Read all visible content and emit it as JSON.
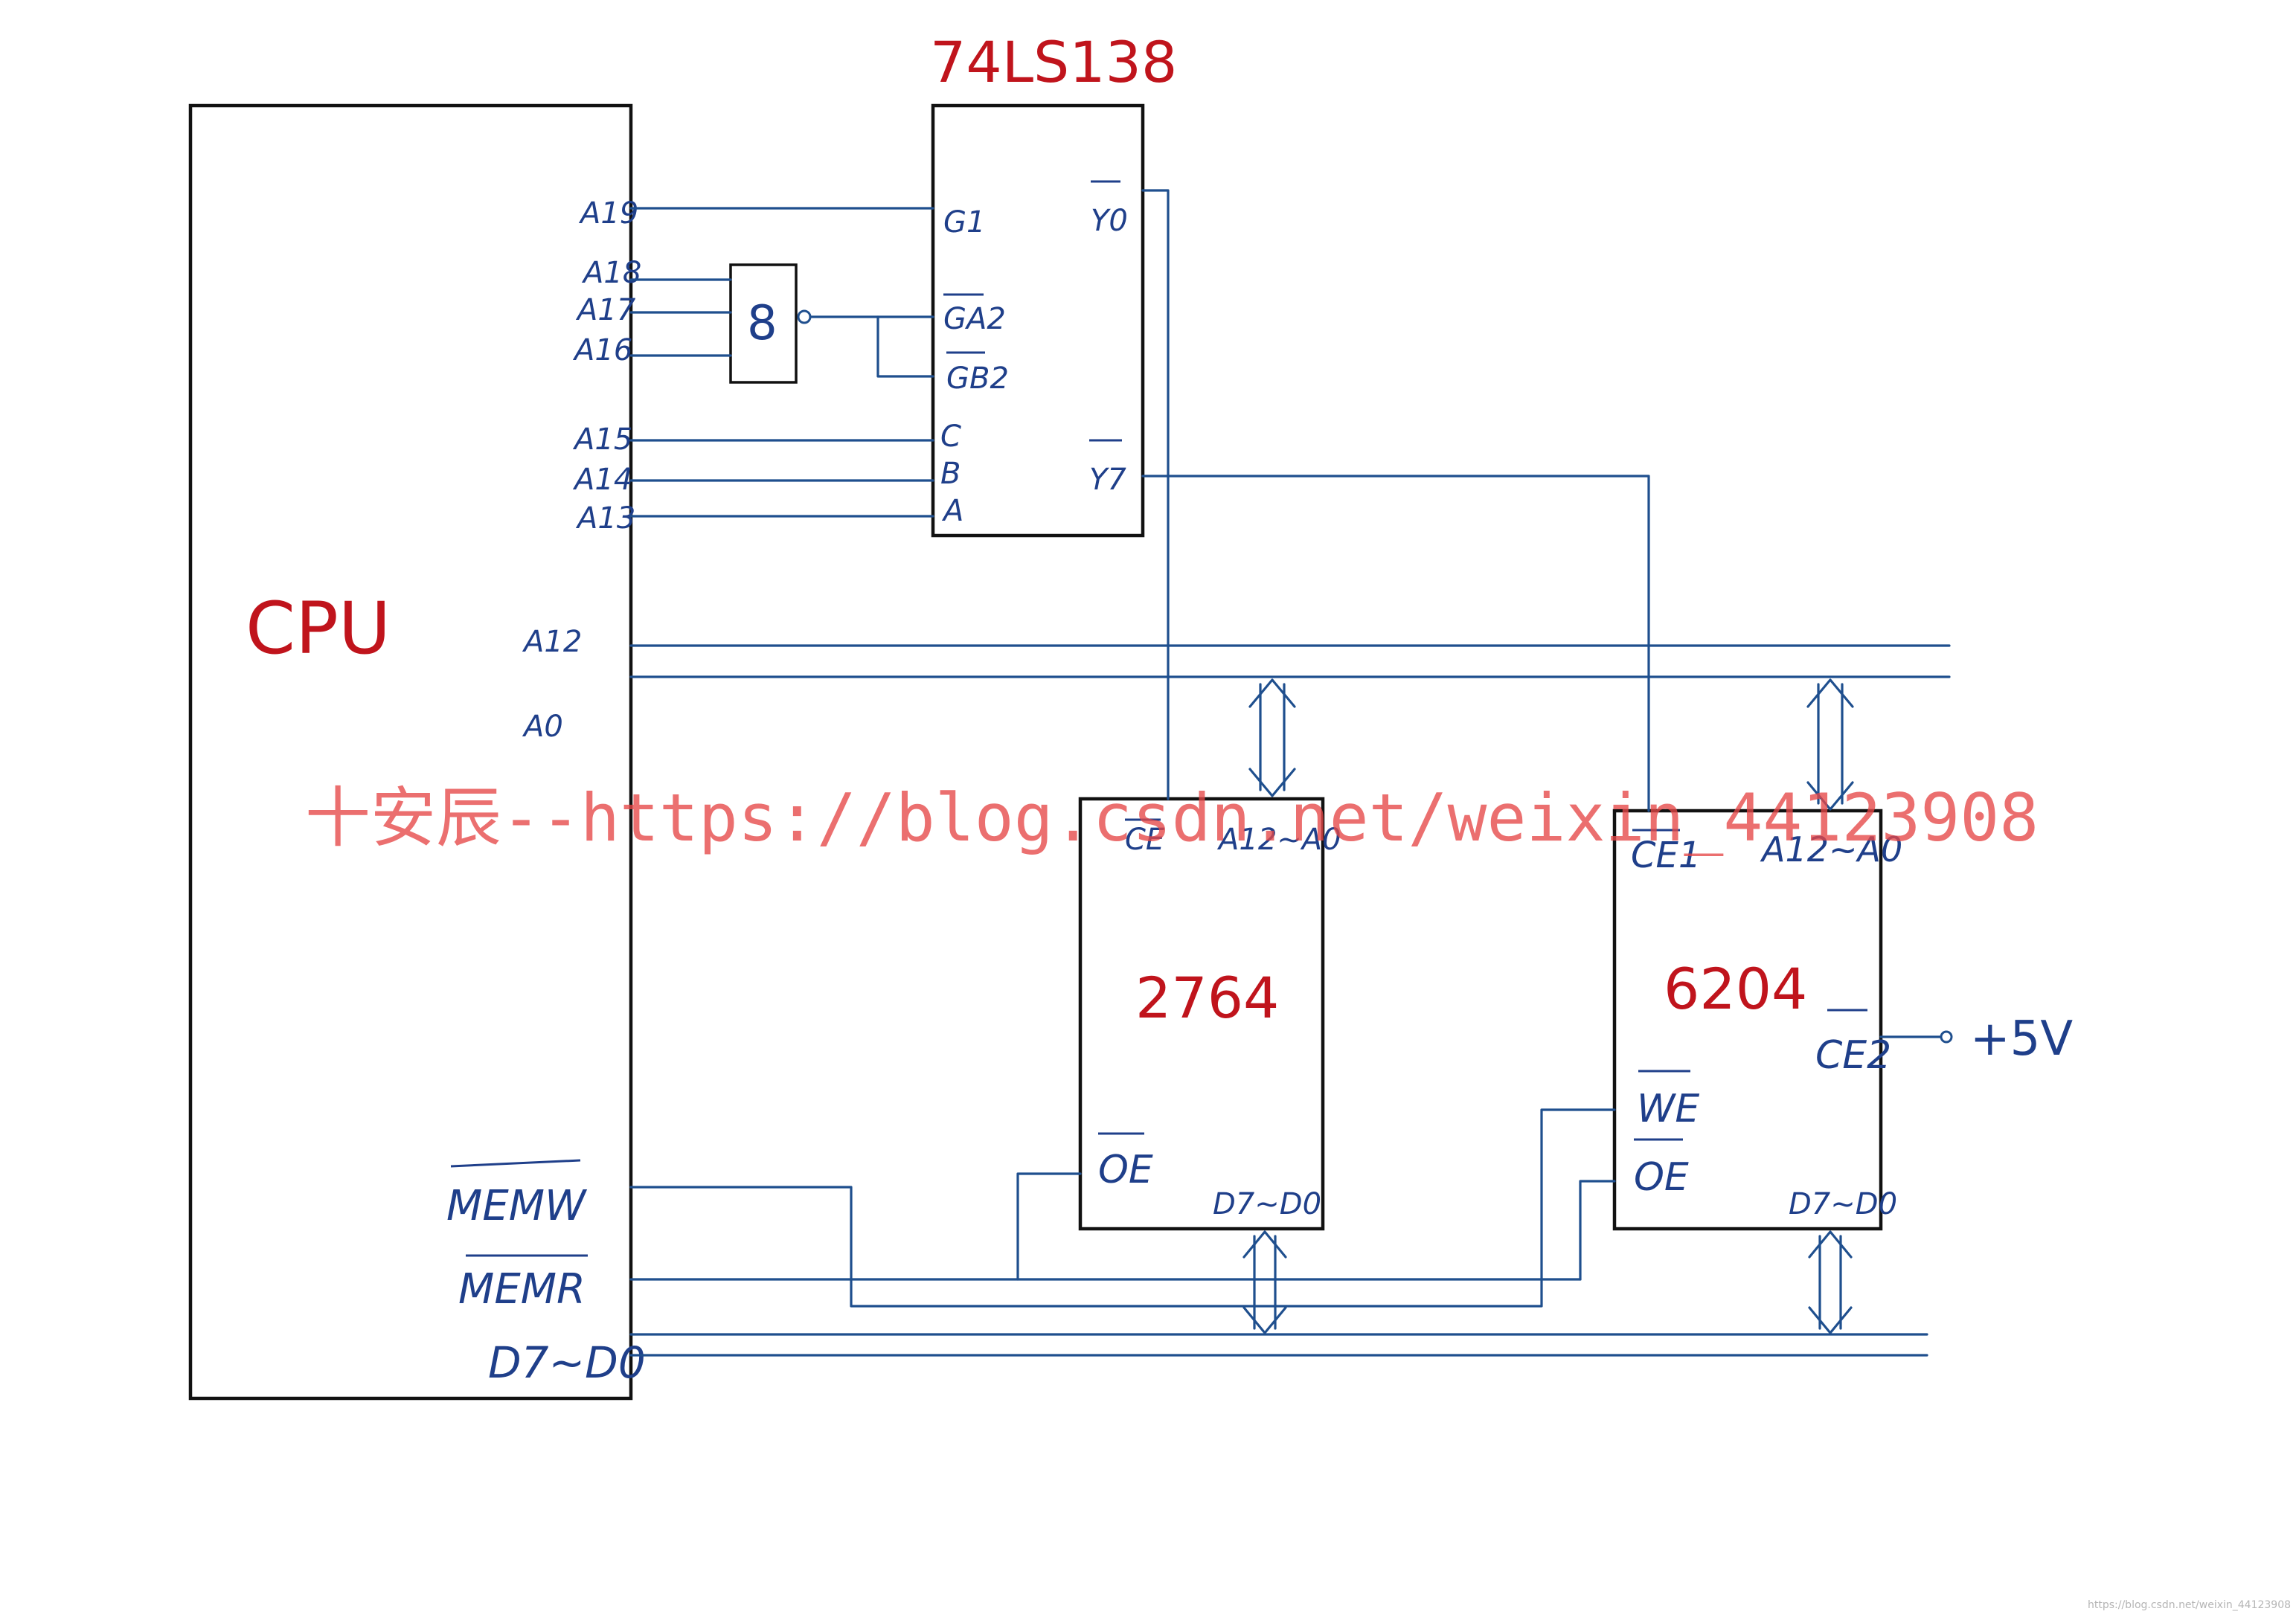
{
  "cpu": {
    "label": "CPU",
    "pins": {
      "a19": "A19",
      "a18": "A18",
      "a17": "A17",
      "a16": "A16",
      "a15": "A15",
      "a14": "A14",
      "a13": "A13",
      "a12": "A12",
      "a0": "A0",
      "memw": "MEMW",
      "memr": "MEMR",
      "data": "D7~D0"
    }
  },
  "nand_gate": {
    "label": "8"
  },
  "decoder": {
    "title": "74LS138",
    "pins": {
      "g1": "G1",
      "ga2": "GA2",
      "gb2": "GB2",
      "c": "C",
      "b": "B",
      "a": "A",
      "y0": "Y0",
      "y7": "Y7"
    }
  },
  "rom": {
    "label": "2764",
    "pins": {
      "ce": "CE",
      "addr": "A12~A0",
      "oe": "OE",
      "data": "D7~D0"
    }
  },
  "ram": {
    "label": "6204",
    "pins": {
      "ce1": "CE1",
      "addr": "A12~A0",
      "ce2": "CE2",
      "we": "WE",
      "oe": "OE",
      "data": "D7~D0"
    },
    "supply": "+5V"
  },
  "watermark": "十安辰--https://blog.csdn.net/weixin_44123908",
  "watermark_small": "https://blog.csdn.net/weixin_44123908"
}
